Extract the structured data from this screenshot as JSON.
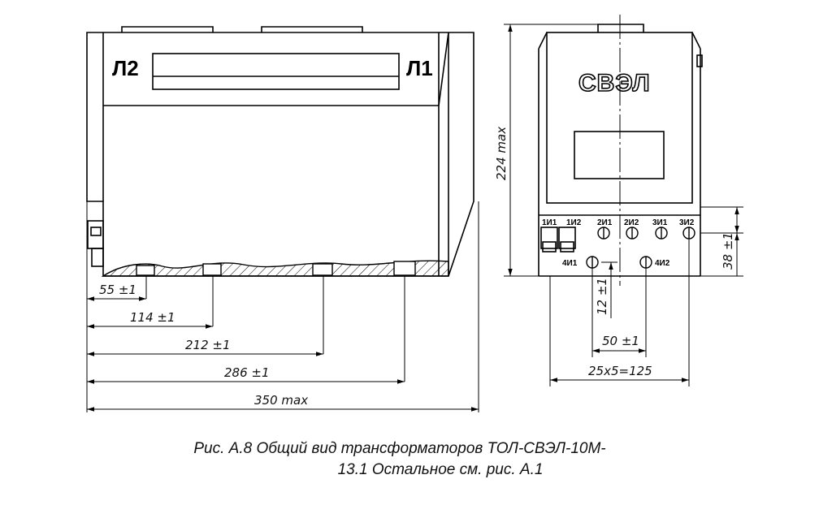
{
  "labels": {
    "l2": "Л2",
    "l1": "Л1",
    "logo": "СВЭЛ"
  },
  "terminals": [
    "1И1",
    "1И2",
    "2И1",
    "2И2",
    "3И1",
    "3И2"
  ],
  "terminals_lower": [
    "4И1",
    "4И2"
  ],
  "dimensions": {
    "d55": "55 ±1",
    "d114": "114 ±1",
    "d212": "212 ±1",
    "d286": "286 ±1",
    "d350": "350 max",
    "d224": "224 max",
    "d38": "38 ±1",
    "d12": "12 ±1",
    "d50": "50 ±1",
    "d125": "25x5=125"
  },
  "caption": {
    "line1": "Рис. А.8 Общий вид трансформаторов ТОЛ-СВЭЛ-10М-",
    "line2": "13.1 Остальное см. рис. А.1"
  }
}
